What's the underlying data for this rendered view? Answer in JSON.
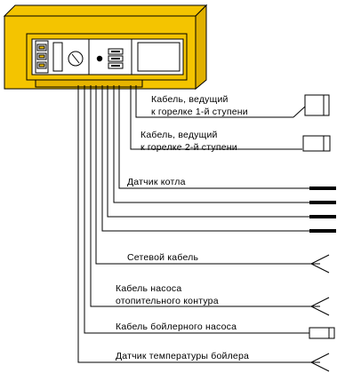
{
  "labels": {
    "cable1_line1": "Кабель,  ведущий",
    "cable1_line2": "к горелке 1-й ступени",
    "cable2_line1": "Кабель,  ведущий",
    "cable2_line2": "к горелке 2-й ступени",
    "boiler_sensor": "Датчик котла",
    "mains_cable": "Сетевой  кабель",
    "pump_line1": "Кабель  насоса",
    "pump_line2": "отопительного  контура",
    "boiler_pump": "Кабель бойлерного   насоса",
    "boiler_temp_sensor": "Датчик  температуры  бойлера"
  },
  "colors": {
    "housing": "#f4c400",
    "housing_dark": "#d9a400",
    "panel": "#ffffff",
    "line": "#000000"
  }
}
